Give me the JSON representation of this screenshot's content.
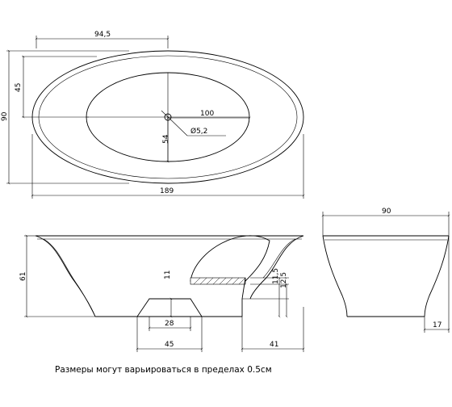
{
  "dimensions": {
    "top_half_length": "94,5",
    "top_height_inner": "45",
    "top_width": "90",
    "inner_length": "100",
    "inner_width": "54",
    "drain_diameter": "Ø5,2",
    "total_length": "189",
    "side_height": "61",
    "base_height": "11",
    "base_width_bottom": "28",
    "base_width_top": "45",
    "end_offset": "41",
    "overflow_a": "11,5",
    "overflow_b": "12,5",
    "end_width": "90",
    "end_base": "17"
  },
  "note": "Размеры могут варьироваться в пределах 0.5см"
}
